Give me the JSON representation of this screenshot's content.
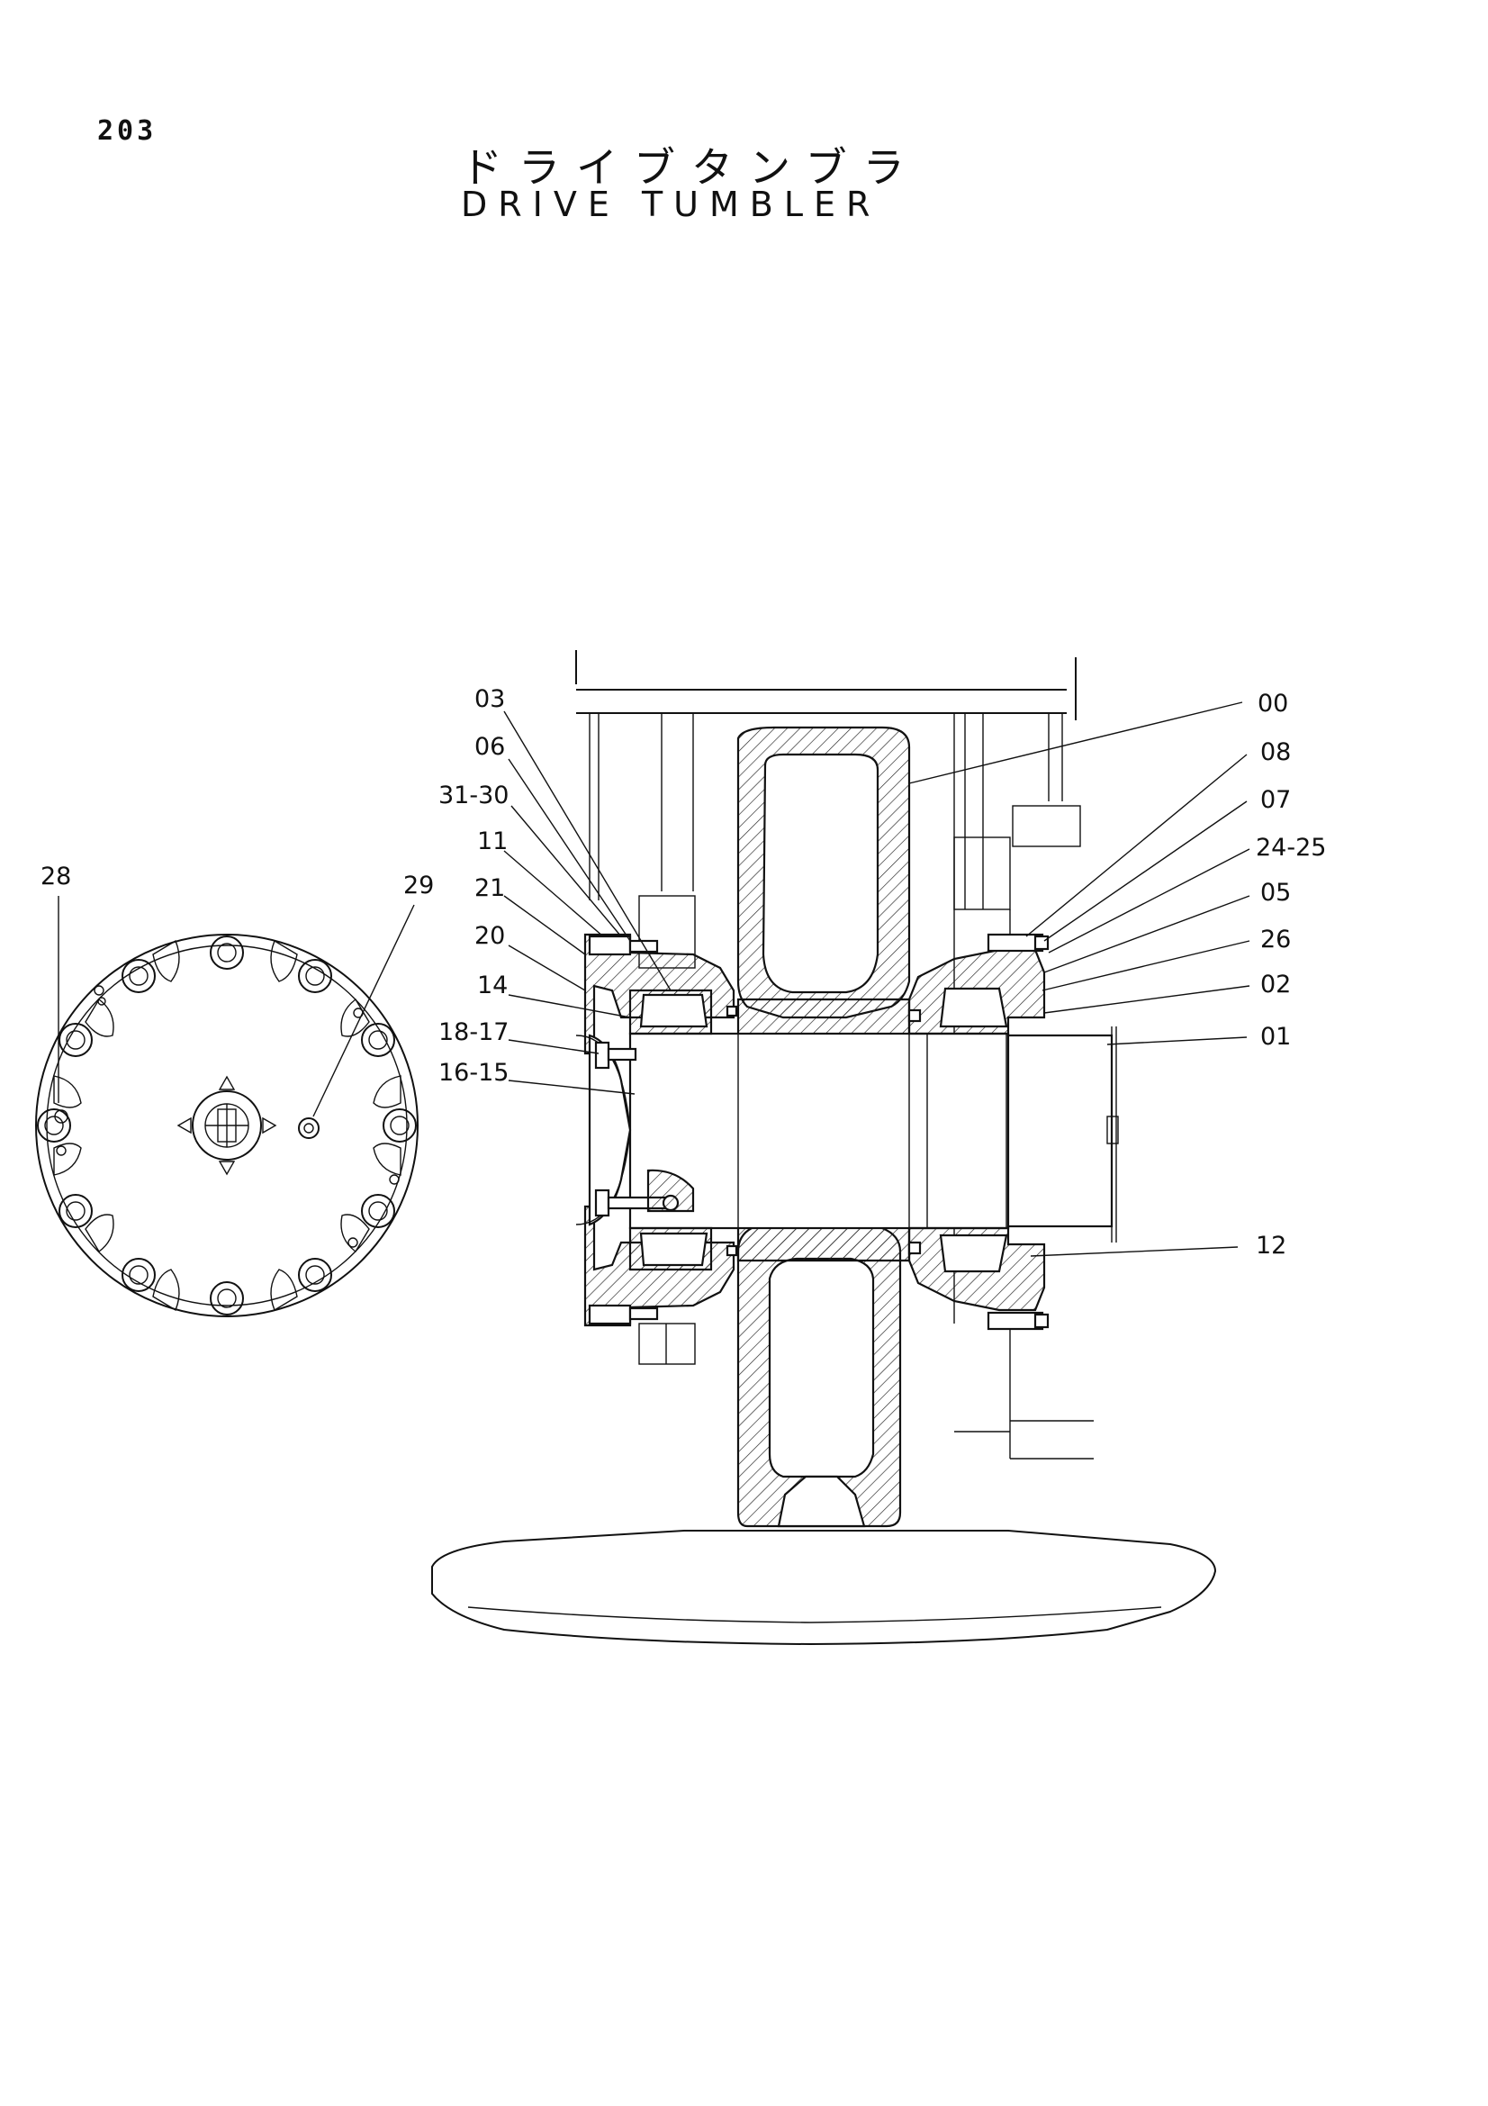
{
  "page_number": "203",
  "title_jp": "ドライブタンブラ",
  "title_en": "DRIVE TUMBLER",
  "callouts": {
    "c03": "03",
    "c06": "06",
    "c3130": "31-30",
    "c11": "11",
    "c21": "21",
    "c20": "20",
    "c14": "14",
    "c1817": "18-17",
    "c1615": "16-15",
    "c28": "28",
    "c29": "29",
    "c00": "00",
    "c08": "08",
    "c07": "07",
    "c2425": "24-25",
    "c05": "05",
    "c26": "26",
    "c02": "02",
    "c01": "01",
    "c12": "12"
  }
}
